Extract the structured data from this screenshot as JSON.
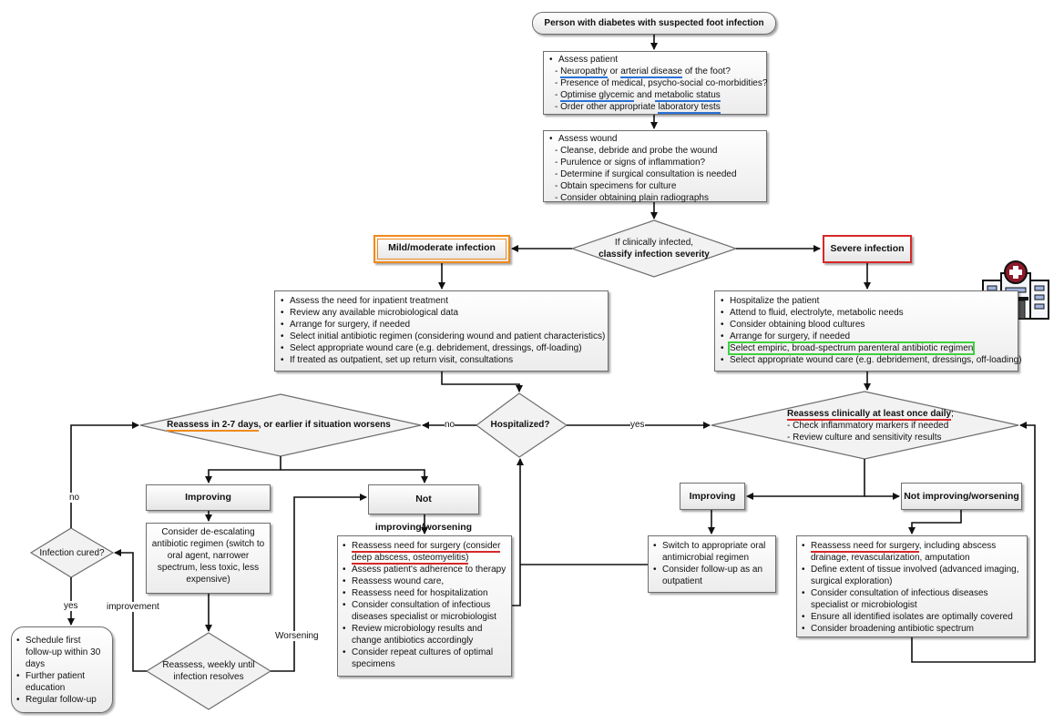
{
  "start": "Person with diabetes with suspected foot infection",
  "assess_patient": {
    "title": "Assess patient",
    "l1a": "Neuropathy",
    "l1b": " or ",
    "l1c": "arterial disease",
    "l1d": " of the foot?",
    "l2": "Presence of medical, psycho-social co-morbidities?",
    "l3a": "Optimise glycemic",
    "l3b": " and ",
    "l3c": "metabolic status",
    "l4a": "Order other appropriate ",
    "l4b": "laboratory tests"
  },
  "assess_wound": {
    "title": "Assess wound",
    "items": [
      "Cleanse, debride and probe the wound",
      "Purulence or signs of inflammation?",
      "Determine if surgical consultation is needed",
      "Obtain specimens for culture",
      "Consider obtaining plain radiographs"
    ]
  },
  "classify": {
    "line1": "If clinically infected,",
    "line2": "classify infection severity"
  },
  "mild": {
    "title": "Mild/moderate infection",
    "items": [
      "Assess the need for inpatient treatment",
      "Review any available microbiological data",
      "Arrange for surgery, if needed",
      "Select initial antibiotic regimen (considering wound and patient characteristics)",
      "Select appropriate wound care (e.g. debridement, dressings, off-loading)",
      "If treated as outpatient, set up return visit, consultations"
    ]
  },
  "severe": {
    "title": "Severe infection",
    "items": [
      "Hospitalize the patient",
      "Attend to fluid, electrolyte, metabolic needs",
      "Consider obtaining blood cultures",
      "Arrange for surgery, if needed",
      "Select empiric, broad-spectrum parenteral antibiotic regimen",
      "Select appropriate wound care (e.g. debridement, dressings, off-loading)"
    ]
  },
  "hospitalized": {
    "text": "Hospitalized?",
    "no": "no",
    "yes": "yes"
  },
  "reassess_left": {
    "a": "Reassess in 2-7 days",
    "b": ", or earlier if situation worsens"
  },
  "reassess_right": {
    "title": "Reassess clinically at least once daily",
    "semi": ";",
    "s1": "- Check inflammatory markers if needed",
    "s2": "- Review culture and sensitivity results"
  },
  "improving_left": {
    "title": "Improving",
    "text": "Consider de-escalating antibiotic regimen (switch to oral agent, narrower spectrum, less toxic, less expensive)"
  },
  "not_improving_left": {
    "title": "Not improving/worsening",
    "i1": "Reassess need for surgery (consider deep abscess, osteomyelitis)",
    "items": [
      "Assess patient's adherence to therapy",
      "Reassess wound care,",
      "Reassess need for hospitalization",
      "Consider consultation of infectious diseases specialist or microbiologist",
      "Review microbiology results and change antibiotics accordingly",
      "Consider repeat cultures of optimal specimens"
    ]
  },
  "improving_right": {
    "title": "Improving",
    "items": [
      "Switch to appropriate oral antimicrobial regimen",
      "Consider follow-up as an outpatient"
    ]
  },
  "not_improving_right": {
    "title": "Not improving/worsening",
    "i1a": "Reassess need for surgery",
    "i1b": ", including abscess drainage, revascularization, amputation",
    "items": [
      "Define extent of tissue involved (advanced imaging, surgical exploration)",
      "Consider consultation of infectious diseases specialist or microbiologist",
      "Ensure all identified isolates are optimally covered",
      "Consider broadening antibiotic spectrum"
    ]
  },
  "cured": {
    "text": "Infection cured?",
    "no": "no",
    "yes": "yes"
  },
  "weekly": {
    "line1": "Reassess, weekly until",
    "line2": "infection resolves",
    "improvement": "improvement",
    "worsening": "Worsening"
  },
  "followup": {
    "items": [
      "Schedule first follow-up within 30 days",
      "Further patient education",
      "Regular follow-up"
    ]
  },
  "colors": {
    "blue_underline": "#2a72d8",
    "red_underline": "#d62828",
    "orange": "#f08a1c",
    "green": "#3ed23e",
    "hospital_red": "#8b1a2a"
  },
  "icon": "hospital-icon"
}
